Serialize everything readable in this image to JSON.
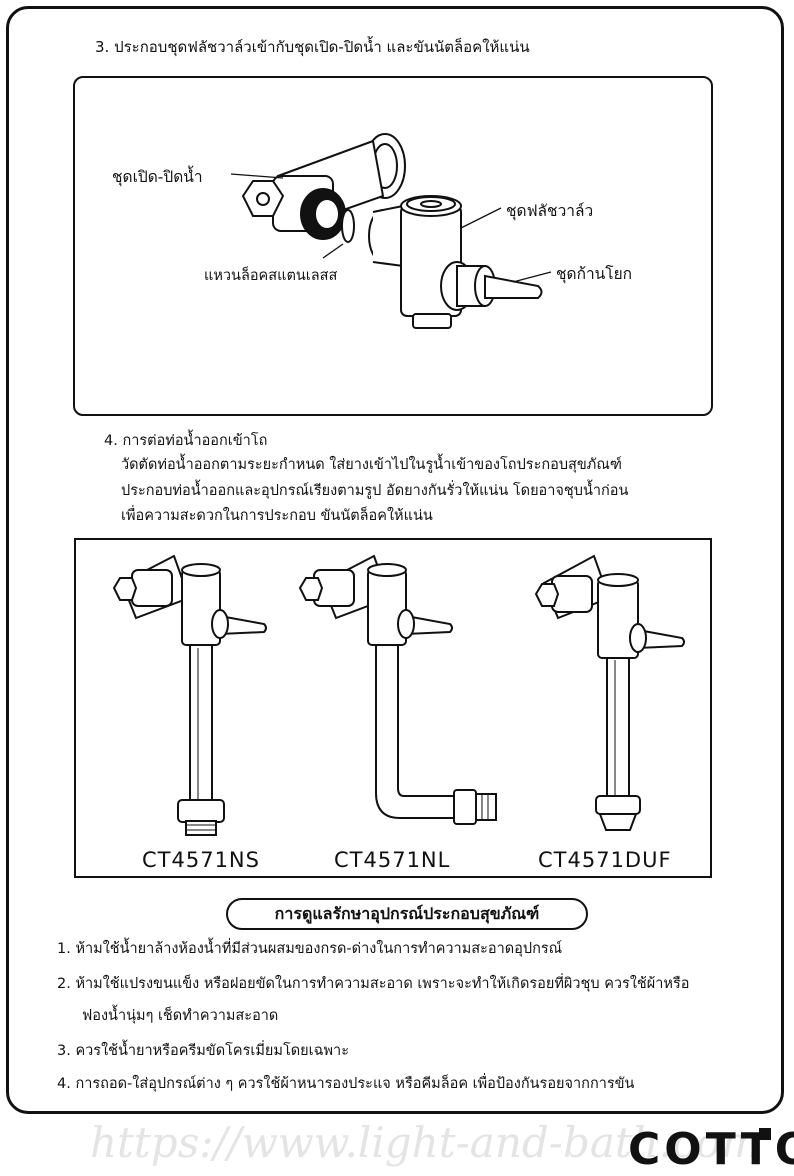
{
  "step3": {
    "heading": "3. ประกอบชุดฟลัชวาล์วเข้ากับชุดเปิด-ปิดน้ำ และขันนัตล็อคให้แน่น"
  },
  "diagram1": {
    "labels": {
      "stop_valve": "ชุดเปิด-ปิดน้ำ",
      "stainless_lock_ring": "แหวนล็อคสแตนเลสส",
      "flush_valve": "ชุดฟลัชวาล์ว",
      "lever_handle": "ชุดก้านโยก"
    }
  },
  "step4": {
    "heading": "4. การต่อท่อน้ำออกเข้าโถ",
    "lines": [
      "วัดตัดท่อน้ำออกตามระยะกำหนด  ใส่ยางเข้าไปในรูน้ำเข้าของโถประกอบสุขภัณฑ์",
      "ประกอบท่อน้ำออกและอุปกรณ์เรียงตามรูป อัดยางกันรั่วให้แน่น โดยอาจชุบน้ำก่อน",
      "เพื่อความสะดวกในการประกอบ ขันนัตล็อคให้แน่น"
    ]
  },
  "diagram2": {
    "models": [
      "CT4571NS",
      "CT4571NL",
      "CT4571DUF"
    ]
  },
  "care": {
    "title": "การดูแลรักษาอุปกรณ์ประกอบสุขภัณฑ์",
    "items": [
      "1. ห้ามใช้น้ำยาล้างห้องน้ำที่มีส่วนผสมของกรด-ด่างในการทำความสะอาดอุปกรณ์",
      "2.  ห้ามใช้แปรงขนแข็ง หรือฝอยขัดในการทำความสะอาด เพราะจะทำให้เกิดรอยที่ผิวชุบ ควรใช้ผ้าหรือ",
      "ฟองน้ำนุ่มๆ เช็ดทำความสะอาด",
      "3. ควรใช้น้ำยาหรือครีมขัดโครเมี่ยมโดยเฉพาะ",
      "4. การถอด-ใส่อุปกรณ์ต่าง ๆ ควรใช้ผ้าหนารองประแจ หรือคีมล็อค เพื่อป้องกันรอยจากการขัน"
    ]
  },
  "footer": {
    "watermark": "https://www.light-and-bath.com",
    "logo": "COTTO"
  }
}
